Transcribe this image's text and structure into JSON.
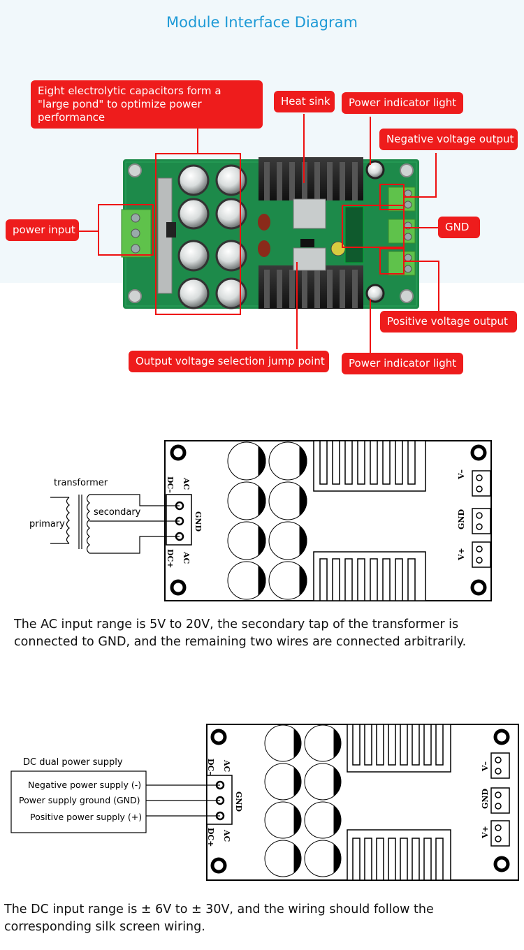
{
  "title": "Module Interface Diagram",
  "callouts": {
    "capacitors": "Eight electrolytic capacitors form a \"large pond\" to optimize power performance",
    "heat_sink": "Heat sink",
    "power_light_top": "Power indicator light",
    "negative_output": "Negative voltage output",
    "gnd": "GND",
    "power_input": "power input",
    "positive_output": "Positive voltage output",
    "jump_point": "Output voltage selection jump point",
    "power_light_bottom": "Power indicator light"
  },
  "ac_diagram": {
    "transformer_label": "transformer",
    "primary_label": "primary",
    "secondary_label": "secondary",
    "terminal_labels": {
      "dc_minus": "DC–",
      "ac_top": "AC",
      "gnd": "GND",
      "dc_plus": "DC+",
      "ac_bottom": "AC"
    },
    "output_labels": {
      "v_minus": "V–",
      "gnd": "GND",
      "v_plus": "V+"
    },
    "description": "The AC input range is 5V to 20V, the secondary tap of the transformer is connected to GND, and the remaining two wires are connected arbitrarily."
  },
  "dc_diagram": {
    "supply_title": "DC dual power supply",
    "negative_label": "Negative power supply (-)",
    "ground_label": "Power supply ground (GND)",
    "positive_label": "Positive power supply (+)",
    "terminal_labels": {
      "dc_minus": "DC–",
      "ac_top": "AC",
      "gnd": "GND",
      "dc_plus": "DC+",
      "ac_bottom": "AC"
    },
    "output_labels": {
      "v_minus": "V–",
      "gnd": "GND",
      "v_plus": "V+"
    },
    "description": "The DC input range is ± 6V to ± 30V, and the wiring should follow the corresponding silk screen wiring."
  }
}
